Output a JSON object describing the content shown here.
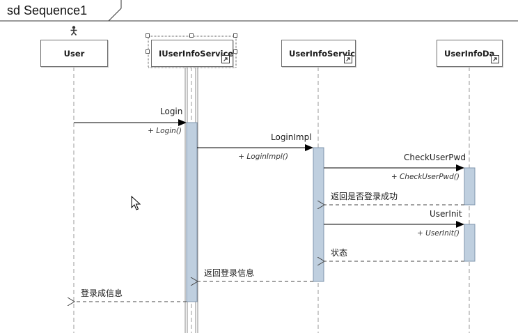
{
  "diagram_title": "sd Sequence1",
  "lifelines": [
    {
      "id": "user",
      "label": "User",
      "actor_icon": "actor-icon"
    },
    {
      "id": "iuserinfoservice",
      "label": "IUserInfoService",
      "icon": "hyperlink-icon"
    },
    {
      "id": "userinfoservice",
      "label": "UserInfoServic",
      "icon": "hyperlink-icon"
    },
    {
      "id": "userinfodao",
      "label": "UserInfoDa",
      "icon": "hyperlink-icon"
    }
  ],
  "messages": [
    {
      "id": "login",
      "label": "Login",
      "operation": "+ Login()",
      "kind": "sync"
    },
    {
      "id": "loginimpl",
      "label": "LoginImpl",
      "operation": "+ LoginImpl()",
      "kind": "sync"
    },
    {
      "id": "checkuserpwd",
      "label": "CheckUserPwd",
      "operation": "+ CheckUserPwd()",
      "kind": "sync"
    },
    {
      "id": "ret-checkuserpwd",
      "label": "返回是否登录成功",
      "kind": "return"
    },
    {
      "id": "userinit",
      "label": "UserInit",
      "operation": "+ UserInit()",
      "kind": "sync"
    },
    {
      "id": "ret-userinit",
      "label": "状态",
      "kind": "return"
    },
    {
      "id": "ret-loginimpl",
      "label": "返回登录信息",
      "kind": "return"
    },
    {
      "id": "ret-login",
      "label": "登录成信息",
      "kind": "return"
    }
  ],
  "colors": {
    "activation_fill": "#bfcfdf",
    "activation_stroke": "#7f95ad",
    "line": "#000000",
    "return_line": "#444444",
    "lifeline_dash": "#9a9a9a"
  },
  "icons": [
    "actor-icon",
    "hyperlink-icon",
    "mouse-cursor-icon"
  ]
}
